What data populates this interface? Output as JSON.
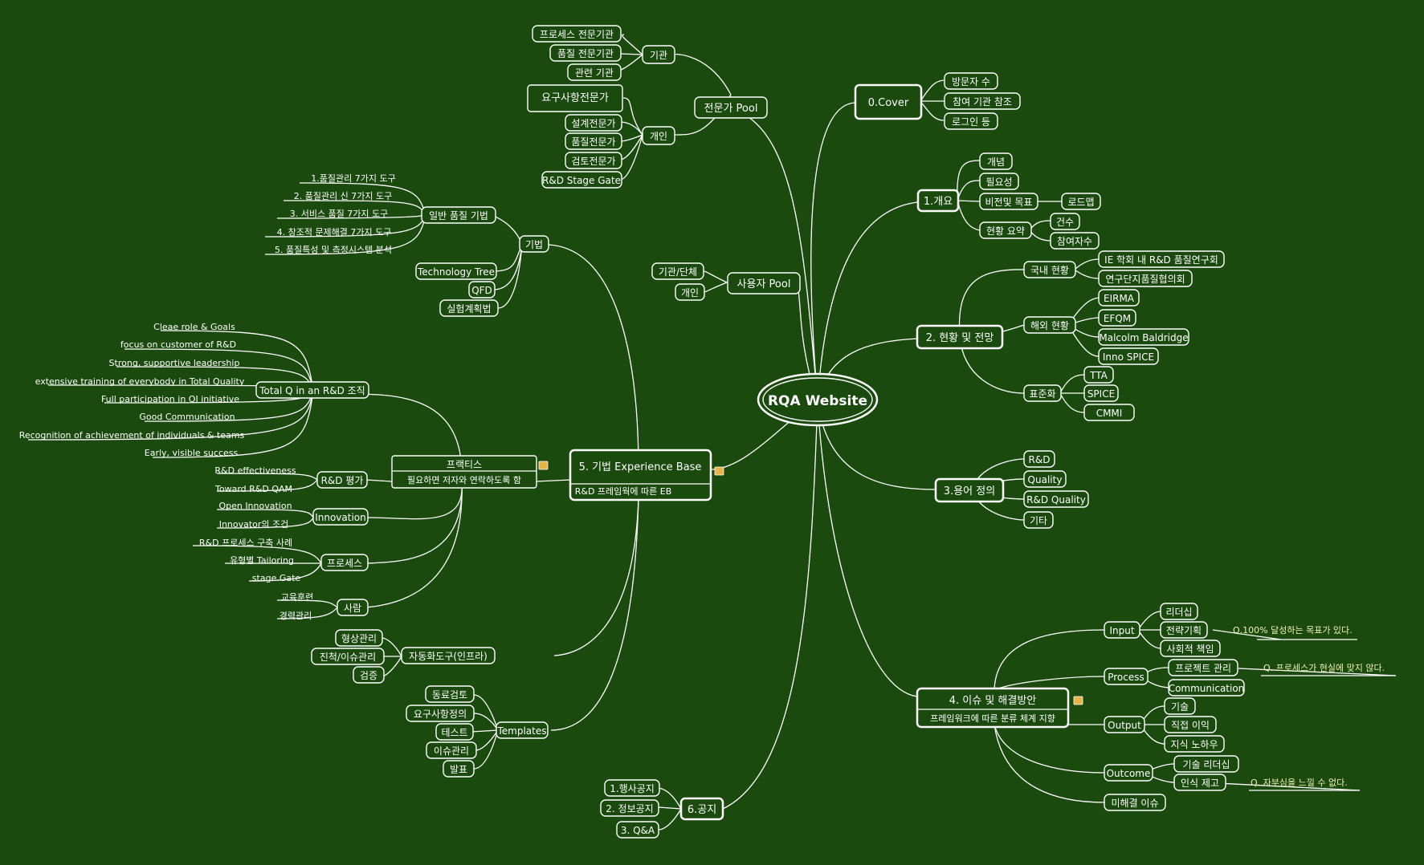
{
  "center": "RQA Website",
  "expert_pool": {
    "title": "전문가 Pool",
    "org": {
      "label": "기관",
      "items": [
        "프로세스 전문기관",
        "품질 전문기관",
        "관련 기관"
      ]
    },
    "indiv": {
      "label": "개인",
      "items": [
        "요구사항전문가",
        "설계전문가",
        "품질전문가",
        "검토전문가",
        "R&D Stage Gate"
      ]
    }
  },
  "user_pool": {
    "title": "사용자 Pool",
    "items": [
      "기관/단체",
      "개인"
    ]
  },
  "cover": {
    "title": "0.Cover",
    "items": [
      "방문자 수",
      "참여 기관 참조",
      "로그인 등"
    ]
  },
  "overview": {
    "title": "1.개요",
    "items": [
      "개념",
      "필요성",
      "비전및 목표",
      "로드맵",
      "현황 요약",
      "건수",
      "참여자수"
    ]
  },
  "status": {
    "title": "2. 현황 및 전망",
    "domestic": {
      "label": "국내 현황",
      "items": [
        "IE 학회 내 R&D 품질연구회",
        "연구단지품질협의회"
      ]
    },
    "overseas": {
      "label": "해외 현황",
      "items": [
        "EIRMA",
        "EFQM",
        "Malcolm Baldridge",
        "Inno SPICE"
      ]
    },
    "standard": {
      "label": "표준화",
      "items": [
        "TTA",
        "SPICE",
        "CMMI"
      ]
    }
  },
  "terms": {
    "title": "3.용어 정의",
    "items": [
      "R&D",
      "Quality",
      "R&D Quality",
      "기타"
    ]
  },
  "issues": {
    "title": "4. 이슈 및 해결방안",
    "subtitle": "프레임워크에 따른 분류 체계 지향",
    "input": {
      "label": "Input",
      "items": [
        "리더십",
        "전략기획",
        "사회적 책임"
      ]
    },
    "process": {
      "label": "Process",
      "items": [
        "프로젝트 관리",
        "Communication"
      ]
    },
    "output": {
      "label": "Output",
      "items": [
        "기술",
        "직접 이익",
        "지식 노하우"
      ]
    },
    "outcome": {
      "label": "Outcome",
      "items": [
        "기술 리더십",
        "인식 제고"
      ]
    },
    "unresolved": "미해결 이슈",
    "comments": [
      "Q.100% 달성하는 목표가 있다.",
      "Q. 프로세스가 현실에 맞지 않다.",
      "Q. 자부심을 느낄 수 없다."
    ]
  },
  "eb": {
    "title": "5. 기법 Experience Base",
    "subtitle": "R&D 프레임웍에 따른 EB",
    "technique": {
      "label": "기법",
      "general": {
        "label": "일반 품질 기법",
        "items": [
          "1.품질관리 7가지 도구",
          "2. 품질관리 신 7가지 도구",
          "3. 서비스 품질 7가지 도구",
          "4. 창조적 문제해결 7가지 도구",
          "5. 품질특성 및 측정시스템 분석"
        ]
      },
      "items": [
        "Technology Tree",
        "QFD",
        "실험계획법"
      ]
    },
    "practice": {
      "label": "프랙티스",
      "subtitle": "필요하면 저자와 연락하도록 함"
    },
    "total_q": {
      "label": "Total Q in an R&D 조직",
      "items": [
        "Cleae role & Goals",
        "focus on customer of R&D",
        "Strong, supportive leadership",
        "extensive training of everybody in Total Quality",
        "Full participation in QI initiative",
        "Good Communication",
        "Recognition of achievement of individuals & teams",
        "Early, visible success"
      ]
    },
    "rd_eval": {
      "label": "R&D 평가",
      "items": [
        "R&D effectiveness",
        "Toward R&D QAM"
      ]
    },
    "innovation": {
      "label": "Innovation",
      "items": [
        "Open Innovation",
        "Innovator의 조건"
      ]
    },
    "process": {
      "label": "프로세스",
      "items": [
        "R&D 프로세스 구축 사례",
        "유형별 Tailoring",
        "stage Gate"
      ]
    },
    "people": {
      "label": "사람",
      "items": [
        "교육훈련",
        "경력관리"
      ]
    },
    "automation": {
      "label": "자동화도구(인프라)",
      "items": [
        "형상관리",
        "진척/이슈관리",
        "검증"
      ]
    },
    "templates": {
      "label": "Templates",
      "items": [
        "동료검토",
        "요구사항정의",
        "테스트",
        "이슈관리",
        "발표"
      ]
    }
  },
  "notice": {
    "title": "6.공지",
    "items": [
      "1.행사공지",
      "2. 정보공지",
      "3. Q&A"
    ]
  },
  "colors": {
    "background": "#1a4a0e",
    "line": "#ffffff",
    "note": "#e8b44a",
    "comment": "#f2f0b4"
  }
}
